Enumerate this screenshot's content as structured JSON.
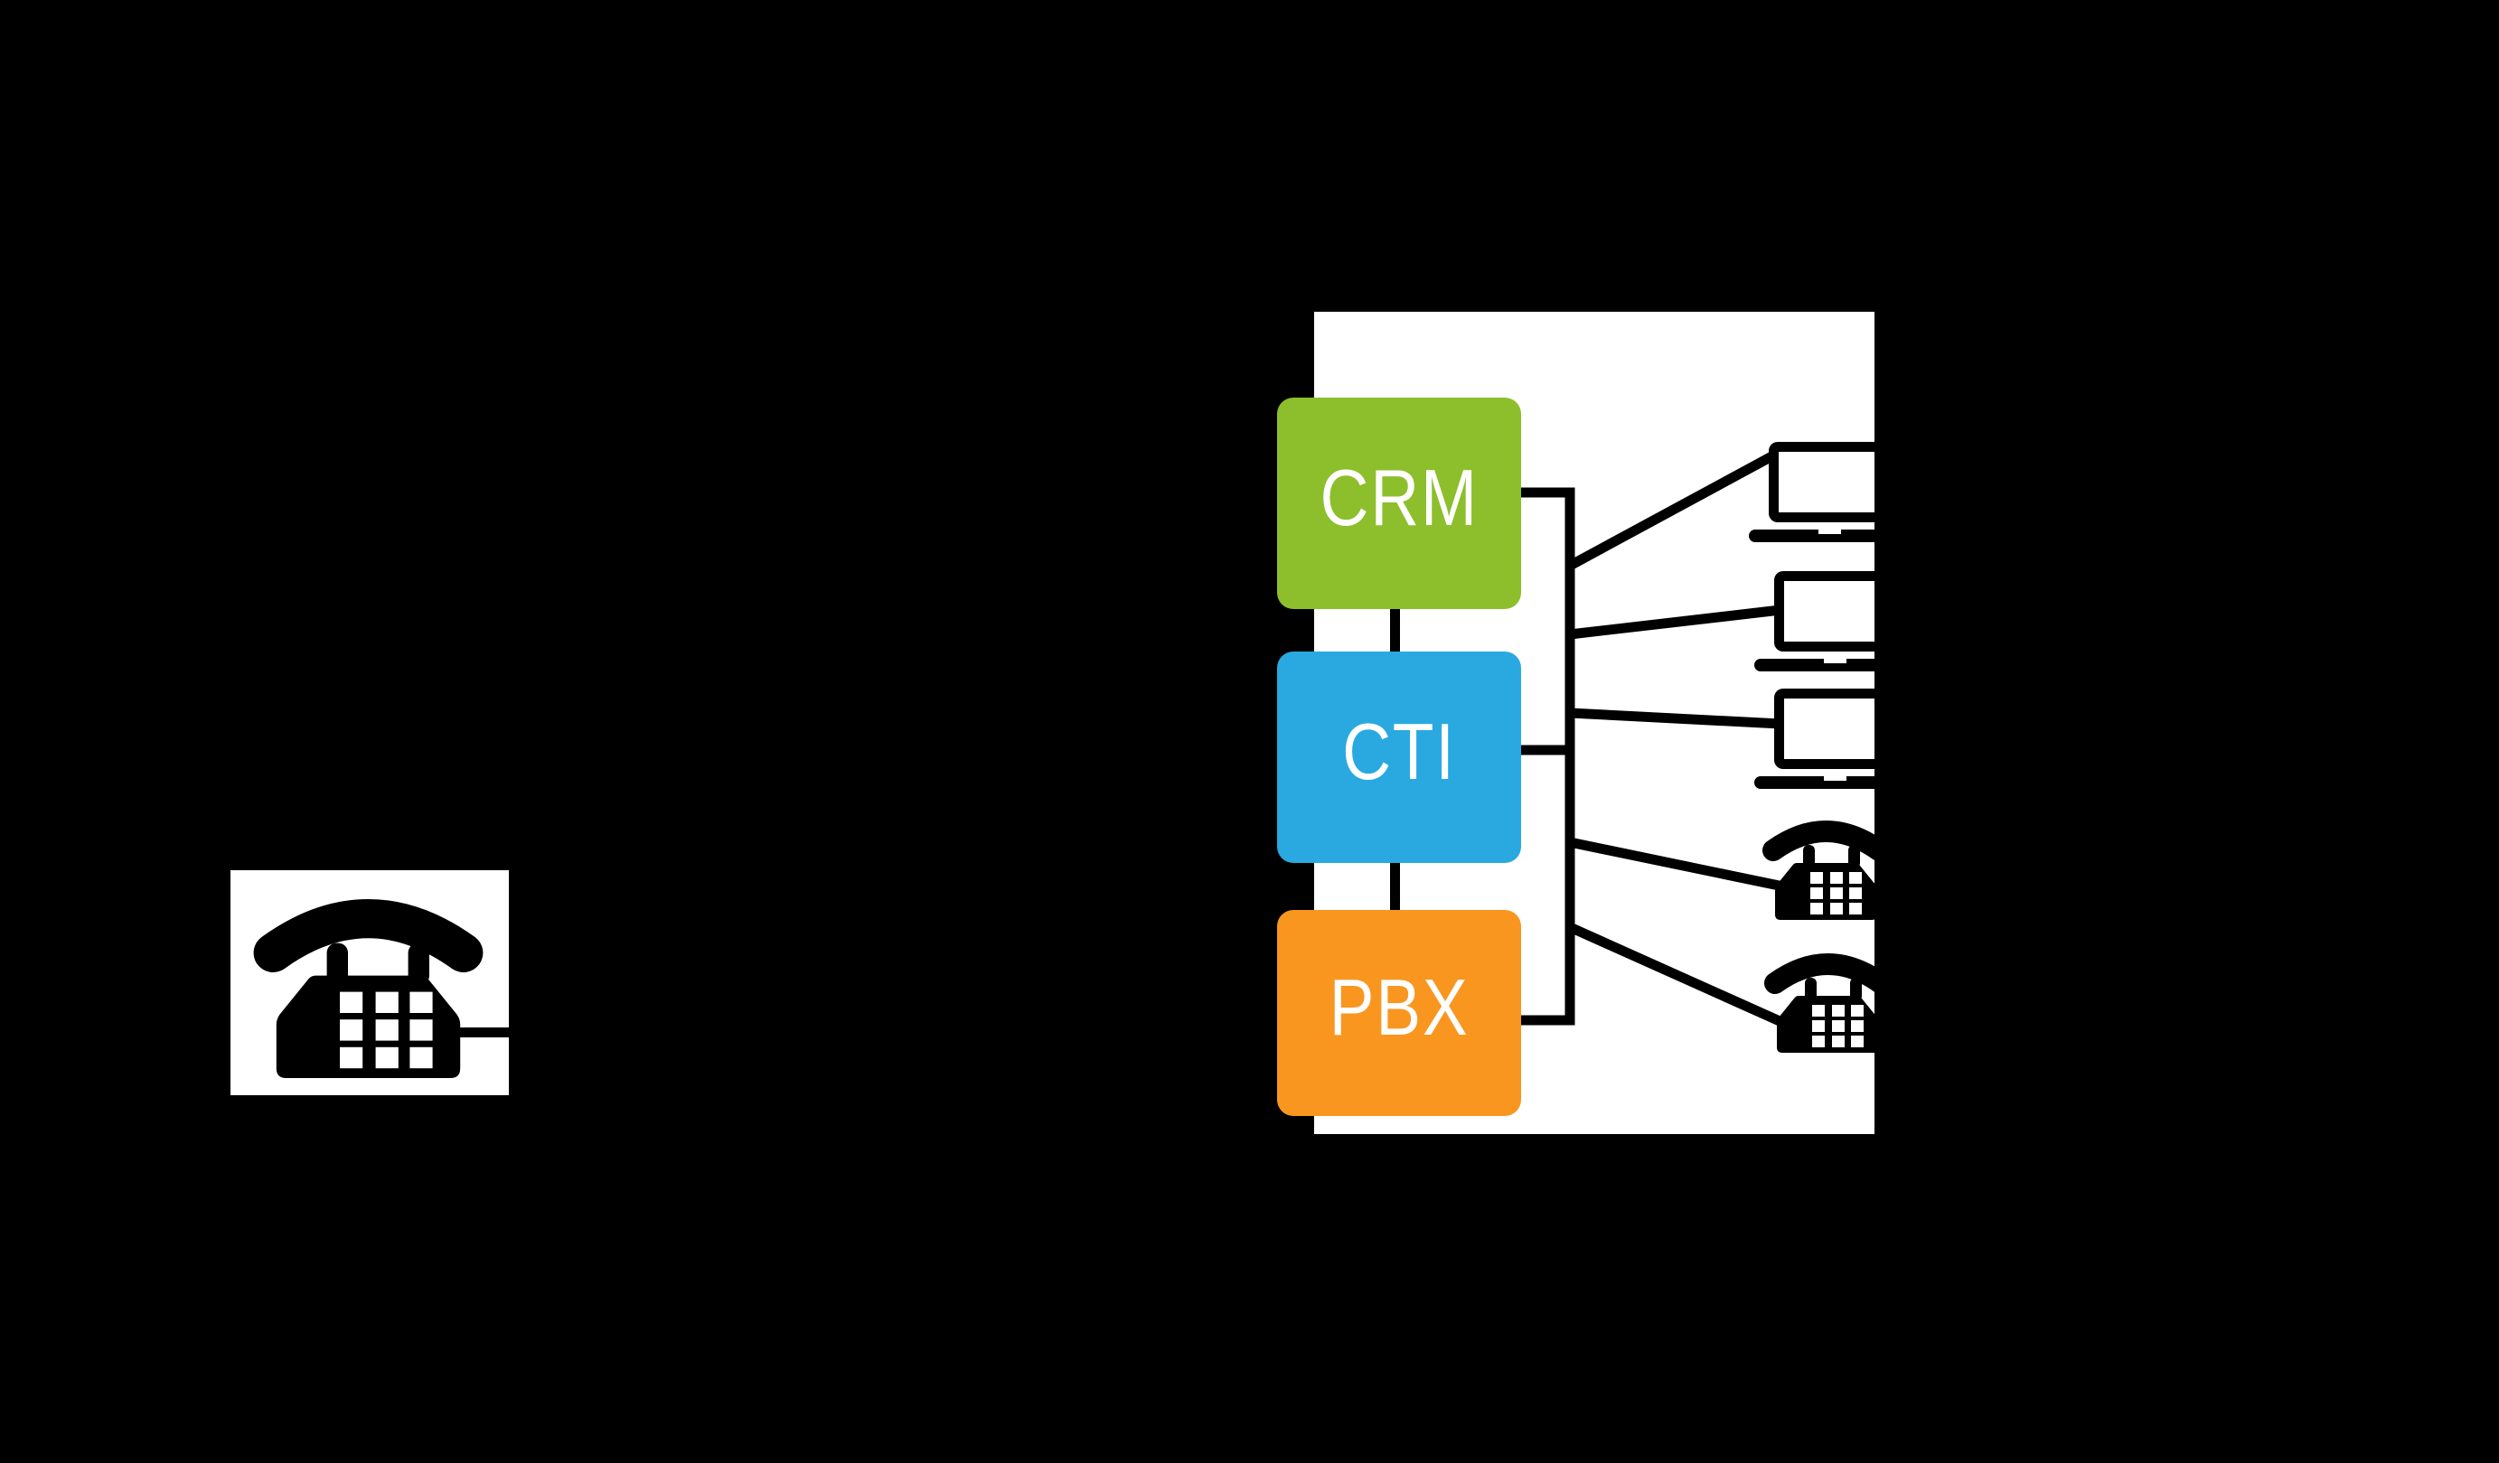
{
  "colors": {
    "background": "#000000",
    "panel": "#FFFFFF",
    "crm_box": "#8CBF2B",
    "cti_box": "#2AA9E0",
    "pbx_box": "#F9961F",
    "label_text": "#FFFFFF",
    "wire": "#000000"
  },
  "boxes": [
    {
      "id": "crm",
      "label": "CRM",
      "color": "#8CBF2B"
    },
    {
      "id": "cti",
      "label": "CTI",
      "color": "#2AA9E0"
    },
    {
      "id": "pbx",
      "label": "PBX",
      "color": "#F9961F"
    }
  ],
  "caller": {
    "icon": "telephone-icon"
  },
  "devices": [
    {
      "icon": "laptop-icon"
    },
    {
      "icon": "laptop-icon"
    },
    {
      "icon": "laptop-icon"
    },
    {
      "icon": "desk-phone-icon"
    },
    {
      "icon": "desk-phone-icon"
    }
  ],
  "links": [
    "caller-to-system",
    "crm-to-cti",
    "cti-to-pbx",
    "crm-to-bus",
    "cti-to-bus",
    "pbx-to-bus",
    "bus-to-laptop-1",
    "bus-to-laptop-2",
    "bus-to-laptop-3",
    "bus-to-desk-phone-1",
    "bus-to-desk-phone-2"
  ]
}
